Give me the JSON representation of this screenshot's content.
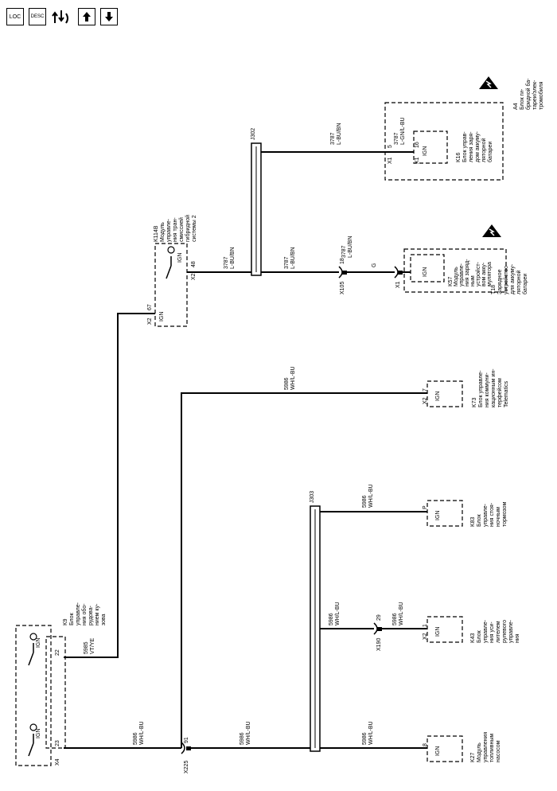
{
  "toolbar": {
    "loc_label": "LOC",
    "desc_label": "DESC"
  },
  "modules": {
    "k9": [
      "K9",
      "Блок",
      "управле-",
      "ния обо-",
      "рудова-",
      "нием ку-",
      "зова"
    ],
    "k114b": [
      "K114B",
      "Модуль",
      "управле-",
      "ния тран-",
      "смиссией",
      "гибридной",
      "системы 2"
    ],
    "k16": [
      "K16",
      "Блок управ-",
      "ления заря-",
      "дом аккуму-",
      "ляторной",
      "батареи"
    ],
    "a4": [
      "A4",
      "Блок ги-",
      "бридной ба-",
      "тареи/элек-",
      "тромобиля"
    ],
    "k57": [
      "K57",
      "Модуль",
      "управле-",
      "ния заряд-",
      "ным",
      "устройст-",
      "вом акку-",
      "мулятора"
    ],
    "t18": [
      "T18",
      "Зарядное",
      "устройство",
      "для аккуму-",
      "ляторной",
      "батареи"
    ],
    "k73": [
      "K73",
      "Блок управле-",
      "ния коммуни-",
      "кационным ин-",
      "терфейсом",
      "Telematics"
    ],
    "k83": [
      "K83",
      "Блок",
      "управле-",
      "ния стоя-",
      "ночным",
      "тормозом"
    ],
    "k43": [
      "K43",
      "Блок",
      "управле-",
      "ния уси-",
      "лителем",
      "рулевого",
      "управле-",
      "ния"
    ],
    "k27": [
      "K27",
      "Модуль",
      "управления",
      "топливным",
      "насосом"
    ]
  },
  "labels": {
    "ign": "IGN",
    "x4": "X4",
    "x2": "X2",
    "x1": "X1",
    "pin23": "23",
    "pin22": "22",
    "pin67": "67",
    "pin48": "48",
    "pin5": "5",
    "pin16": "16",
    "pinG": "G",
    "pin18": "18",
    "pin7": "7",
    "pinP": "P",
    "pin29": "29",
    "pin1": "1",
    "pin8": "8",
    "pin91": "91",
    "j302": "J302",
    "j303": "J303",
    "x105": "X105",
    "x190": "X190",
    "x225": "X225"
  },
  "wires": {
    "w3787_lbubn": [
      "3787",
      "L-BU/BN"
    ],
    "w3787_lgnlbu": [
      "3787",
      "L-GN/L-BU"
    ],
    "w5985": [
      "5985",
      "VT/YE"
    ],
    "w5986": [
      "5986",
      "WH/L-BU"
    ]
  }
}
